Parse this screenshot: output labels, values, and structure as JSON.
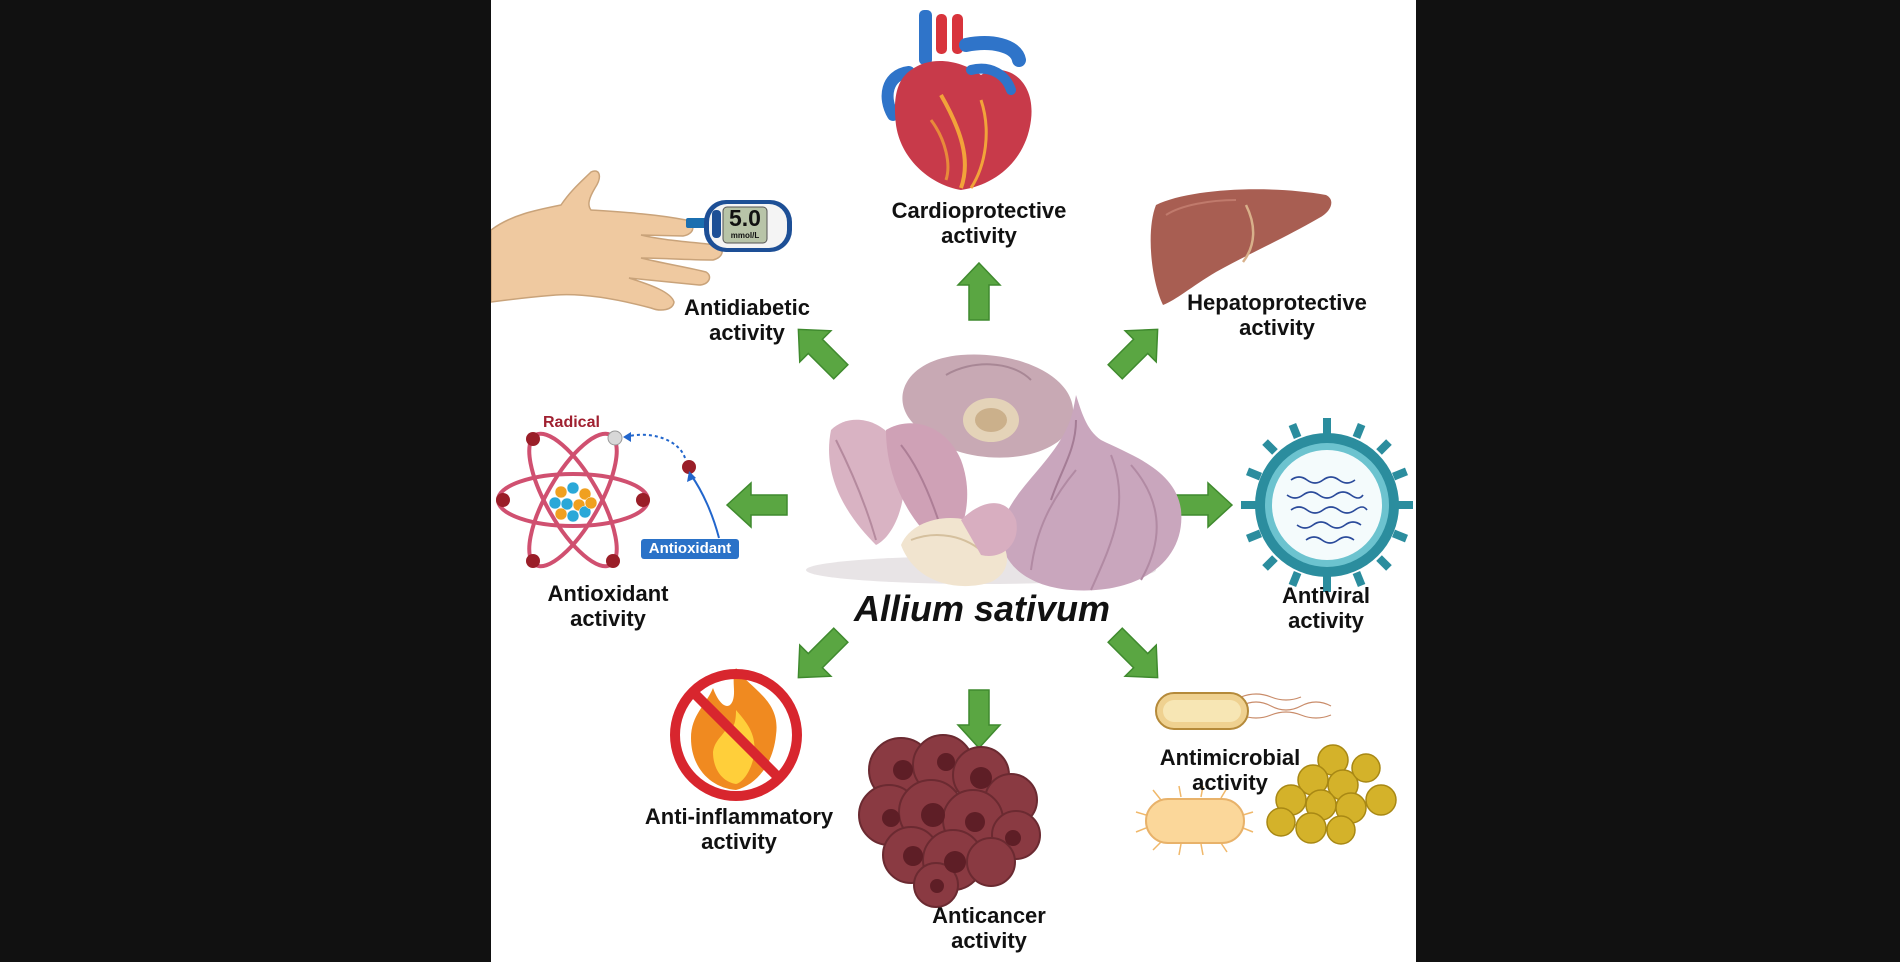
{
  "diagram": {
    "center": "Allium sativum",
    "activities": [
      {
        "id": "cardioprotective",
        "line1": "Cardioprotective",
        "line2": "activity"
      },
      {
        "id": "hepatoprotective",
        "line1": "Hepatoprotective",
        "line2": "activity"
      },
      {
        "id": "antiviral",
        "line1": "Antiviral",
        "line2": "activity"
      },
      {
        "id": "antimicrobial",
        "line1": "Antimicrobial",
        "line2": "activity"
      },
      {
        "id": "anticancer",
        "line1": "Anticancer",
        "line2": "activity"
      },
      {
        "id": "anti-inflammatory",
        "line1": "Anti-inflammatory",
        "line2": "activity"
      },
      {
        "id": "antioxidant",
        "line1": "Antioxidant",
        "line2": "activity"
      },
      {
        "id": "antidiabetic",
        "line1": "Antidiabetic",
        "line2": "activity"
      }
    ],
    "antioxidant_icon": {
      "radical_label": "Radical",
      "antioxidant_label": "Antioxidant"
    },
    "glucometer": {
      "reading": "5.0",
      "unit": "mmol/L"
    },
    "colors": {
      "arrow": "#5aa642",
      "background": "#111111",
      "panel": "#ffffff"
    }
  }
}
